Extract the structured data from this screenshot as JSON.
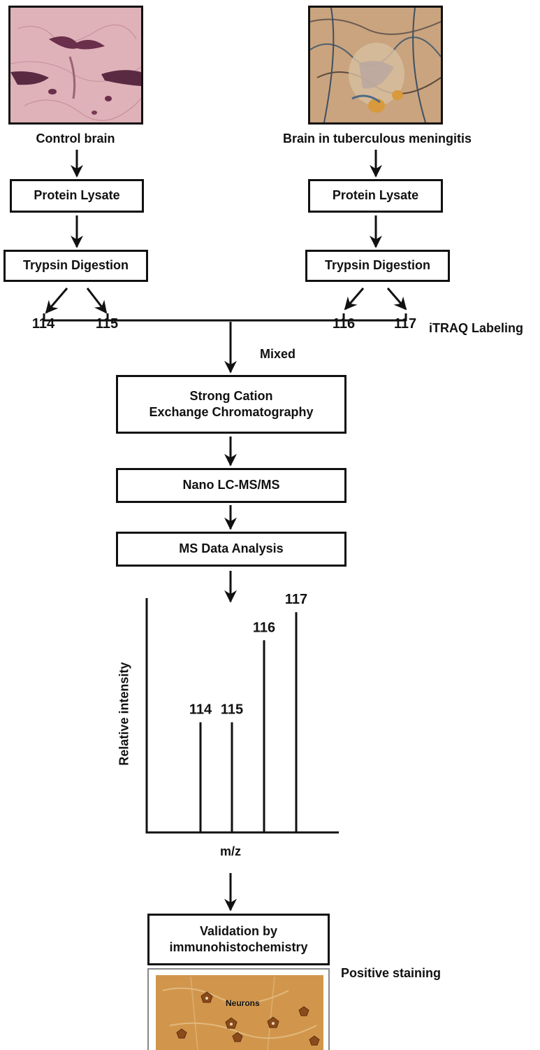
{
  "left_branch": {
    "sample_label": "Control brain",
    "lysate_label": "Protein Lysate",
    "digestion_label": "Trypsin Digestion",
    "tags": [
      "114",
      "115"
    ]
  },
  "right_branch": {
    "sample_label": "Brain in tuberculous meningitis",
    "lysate_label": "Protein Lysate",
    "digestion_label": "Trypsin Digestion",
    "tags": [
      "116",
      "117"
    ]
  },
  "labeling_label": "iTRAQ Labeling",
  "mixed_label": "Mixed",
  "steps": {
    "scx_line1": "Strong Cation",
    "scx_line2": "Exchange Chromatography",
    "lcms": "Nano LC-MS/MS",
    "analysis": "MS Data Analysis"
  },
  "spectrum": {
    "ylabel": "Relative intensity",
    "xlabel": "m/z",
    "peaks": [
      {
        "label": "114",
        "relative_intensity": 0.47
      },
      {
        "label": "115",
        "relative_intensity": 0.47
      },
      {
        "label": "116",
        "relative_intensity": 0.82
      },
      {
        "label": "117",
        "relative_intensity": 0.94
      }
    ]
  },
  "validation": {
    "line1": "Validation by",
    "line2": "immunohistochemistry",
    "neurons_label": "Neurons",
    "result_label": "Positive staining"
  }
}
